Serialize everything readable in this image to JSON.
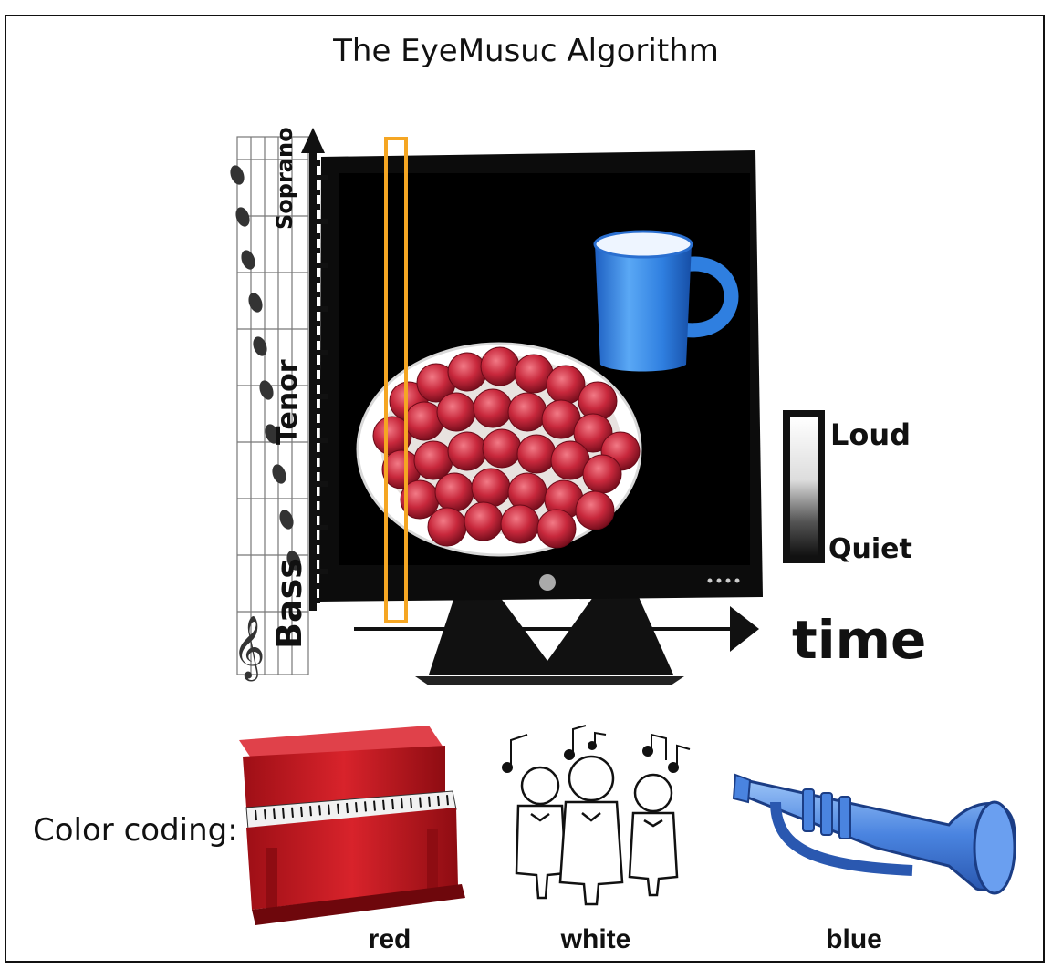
{
  "title": "The EyeMusuc Algorithm",
  "pitch_axis": {
    "labels": [
      "Soprano",
      "Tenor",
      "Bass"
    ]
  },
  "volume_scale": {
    "top_label": "Loud",
    "bottom_label": "Quiet"
  },
  "time_axis": {
    "label": "time"
  },
  "color_coding": {
    "label": "Color coding:",
    "instruments": [
      {
        "color_name": "red",
        "instrument": "piano",
        "color": "#c8161d"
      },
      {
        "color_name": "white",
        "instrument": "choir",
        "color": "#ffffff"
      },
      {
        "color_name": "blue",
        "instrument": "trumpet",
        "color": "#4a84e0"
      }
    ]
  },
  "colors": {
    "scan_column": "#f5a623",
    "screen": "#000000",
    "mug": "#3c8ee8",
    "raspberry": "#c8283c"
  }
}
